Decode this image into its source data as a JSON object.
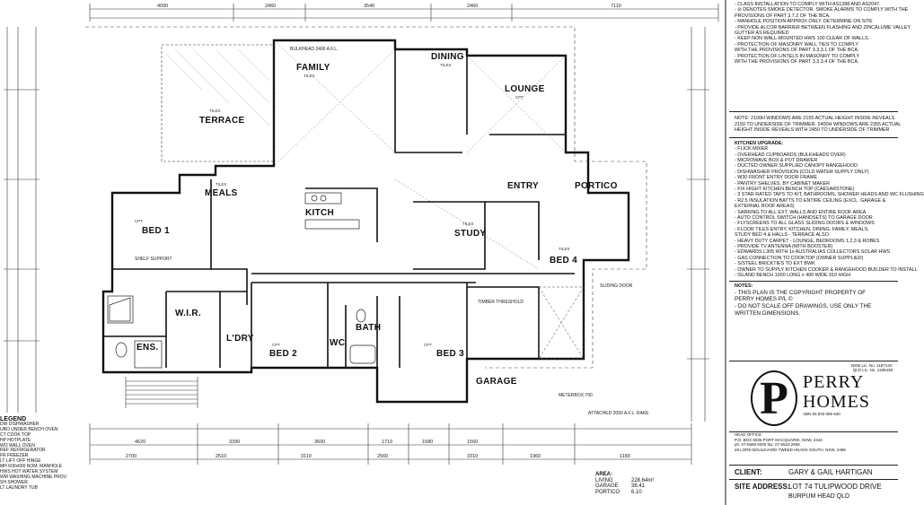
{
  "rooms": {
    "family": "FAMILY",
    "dining": "DINING",
    "lounge": "LOUNGE",
    "terrace": "TERRACE",
    "meals": "MEALS",
    "bed1": "BED 1",
    "kitch": "KITCH",
    "study": "STUDY",
    "entry": "ENTRY",
    "portico": "PORTICO",
    "bed4": "BED 4",
    "wir": "W.I.R.",
    "ldry": "L'DRY",
    "ens": "ENS.",
    "bed2": "BED 2",
    "wc": "WC",
    "bath": "BATH",
    "bed3": "BED 3",
    "garage": "GARAGE"
  },
  "floor_labels": {
    "tiles": "TILES",
    "cpt": "CPT"
  },
  "annotations": {
    "bulkhead_family": "BULKHEAD 2400 A.F.L.",
    "shelf_support": "SHELF SUPPORT",
    "timber_threshold": "TIMBER THRESHOLD",
    "meterbox": "METERBOX 700",
    "attached": "ATTACHED 2000 A.F.L. RAKE",
    "sliding_door": "SLIDING DOOR"
  },
  "dimensions": {
    "top": [
      "4090",
      "2460",
      "3540",
      "2460",
      "7110"
    ],
    "bottom": [
      "4620",
      "3390",
      "3600",
      "1710",
      "1580",
      "1560"
    ],
    "bottom2": [
      "2700",
      "2510",
      "3110",
      "2560",
      "3310",
      "1960",
      "1180"
    ]
  },
  "notes": [
    "- CLASS INSTALLATION TO COMPLY WITH AS1288 AND AS2047.",
    "- ⊘ DENOTES SMOKE DETECTOR. SMOKE ALARMS TO COMPLY WITH THE",
    "  PROVISIONS OF PART 3.7.2 OF THE BCA.",
    "- MANHOLE POSITION APPROX ONLY. DETERMINE ON SITE",
    "- PROVIDE ALCOR BARRIER BETWEEN FLASHING AND ZINCALUME VALLEY",
    "  GUTTER AS REQUIRED",
    "- KEEP NON WALL-MOUNTED HWS 100 CLEAR OF WALLS.",
    "- PROTECTION OF MASONRY WALL TIES TO COMPLY",
    "  WITH THE PROVISIONS OF PART 3.3.3.1 OF THE BCA.",
    "- PROTECTION OF LINTELS IN MASONRY TO COMPLY",
    "  WITH THE PROVISIONS OF PART 3.3.3.4 OF THE BCA."
  ],
  "note_box": [
    "NOTE: 2100H WINDOWS ARE 2155 ACTUAL HEIGHT INSIDE REVEALS",
    "2150 TO UNDERSIDE OF TRIMMER. 2400H WINDOWS ARE 2355 ACTUAL",
    "HEIGHT INSIDE REVEALS WITH 2450 TO UNDERSIDE OF TRIMMER"
  ],
  "upgrades_title": "KITCHEN UPGRADE:",
  "upgrades": [
    "- FLICK MIXER",
    "- OVERHEAD CUPBOARDS (BULKHEADS OVER)",
    "- MICROWAVE BOX & POT DRAWER",
    "- DUCTED OWNER SUPPLIED CANOPY RANGEHOOD",
    "- DISHWASHER PROVISION (COLD WATER SUPPLY ONLY)",
    "- W30 FRONT ENTRY DOOR FRAME",
    "- PANTRY SHELVES. BY CABINET MAKER",
    "- FIX HIGHT KITCHEN BENCH TOP (CAESARSTONE)",
    "- 3 STAR RATED TAPS TO KIT, BATHROOMS, SHOWER HEADS AND WC FLUSHING",
    "- R2.5 INSULATION BATTS TO ENTIRE CEILING (EXCL. GARAGE &",
    "  EXTERNAL ROOF AREAS)",
    "- SARKING TO ALL EXT. WALLS AND ENTIRE ROOF AREA",
    "- AUTO CONTROL SWITCH (HANDSETS) TO GARAGE DOOR",
    "- FLYSCREENS TO ALL GLASS SLIDING DOORS & WINDOWS",
    "- FLOOR TILES ENTRY, KITCHEN, DINING, FAMILY, MEALS,",
    "  STUDY BED 4 & HALLS - TERRACE ALSO",
    "- HEAVY DUTY CARPET - LOUNGE, BEDROOMS 1,2,3 & ROBES",
    "- PROVIDE TV ANTENNA (WITH BOOSTER)",
    "- EDWARDS L305 WITH 1x AUSTRALIAS COLLECTORS SOLAR HWS",
    "- GAS CONNECTION TO COOKTOP (OWNER SUPPLIED)",
    "- S/STEEL BRICKTIES TO EXT BWK",
    "- OWNER TO SUPPLY KITCHEN COOKER & RANGEHOOD BUILDER TO INSTALL",
    "- ISLAND BENCH 1000 LONG x 400 WIDE 910 HIGH"
  ],
  "notes2_title": "NOTES:",
  "notes2": [
    "- THIS PLAN IS THE COPYRIGHT PROPERTY OF",
    "  PERRY HOMES P/L ©",
    "- DO NOT SCALE OFF DRAWINGS, USE ONLY THE",
    "  WRITTEN DIMENSIONS."
  ],
  "license": "NSW Lic. No. 118713C",
  "license2": "QLD Lic. No. 1185439",
  "brand": {
    "letter": "P",
    "line1": "PERRY",
    "line2": "HOMES",
    "sub": "ABN 83 003 066 630"
  },
  "office": [
    "HEAD OFFICE",
    "P.O. BOX 5036   PORT MACQUARIE, NSW, 2444",
    "ph: 07-5569 9400  fax: 07-5523 2806",
    "49 LORD BOULEVARD   TWEED HEADS SOUTH, NSW, 2486"
  ],
  "client": {
    "label": "CLIENT:",
    "name": "GARY & GAIL HARTIGAN",
    "site_label": "SITE ADDRESS:",
    "site": "LOT 74 TULIPWOOD DRIVE",
    "suburb": "BURPUM HEAD QLD"
  },
  "legend": {
    "title": "LEGEND",
    "items": [
      "DW   DISHWASHER",
      "UBO  UNDER BENCH OVEN",
      "CT   COOK TOP",
      "HP   HOTPLATE",
      "WO   WALL OVEN",
      "REF  REFRIGERATOR",
      "FR   FREEZER",
      "LT   LIFT OFF HINGE",
      "MH   600x600 NOM. MANHOLE",
      "HWS  HOT WATER SYSTEM",
      "WM   WASHING MACHINE PROV.",
      "SH   SHOWER",
      "LT   LAUNDRY TUB"
    ]
  },
  "area": {
    "title": "AREA:",
    "rows": [
      [
        "LIVING",
        "228.64m²"
      ],
      [
        "GARAGE",
        "38.41"
      ],
      [
        "PORTICO",
        "6.10"
      ]
    ]
  }
}
